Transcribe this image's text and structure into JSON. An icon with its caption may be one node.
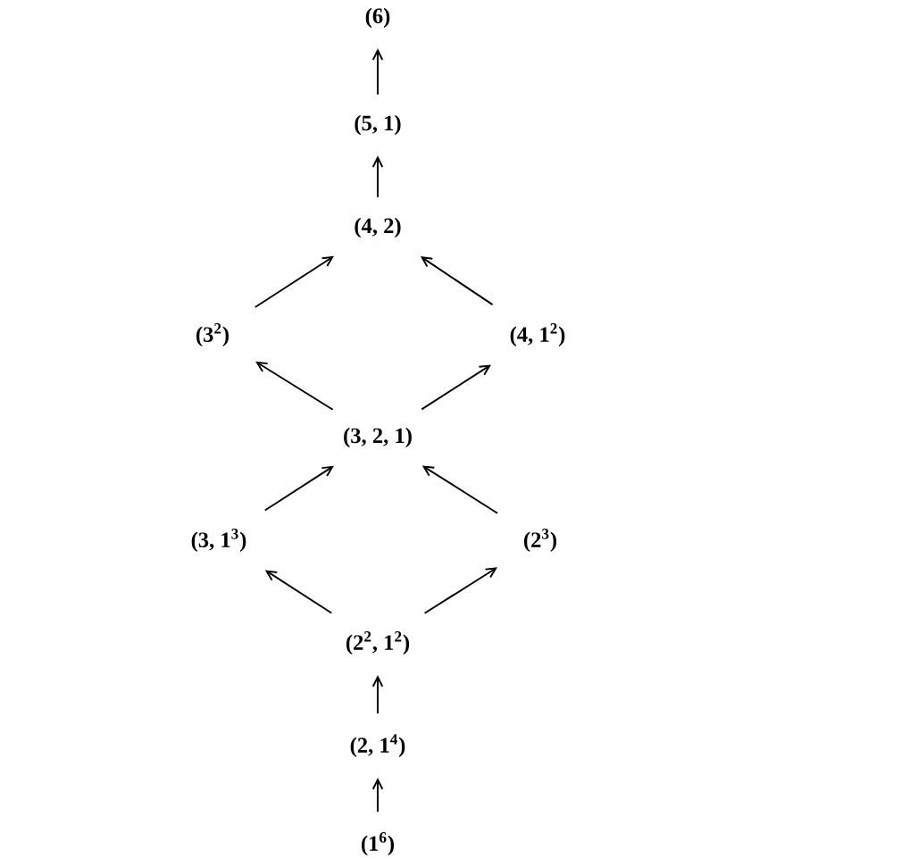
{
  "diagram": {
    "nodes": [
      {
        "text": [
          "(6)"
        ]
      },
      {
        "text": [
          "(5, 1)"
        ]
      },
      {
        "text": [
          "(4, 2)"
        ]
      },
      {
        "text": [
          "(3$^{2}$)"
        ]
      },
      {
        "text": [
          "(4, 1$^{2}$)"
        ]
      },
      {
        "text": [
          "(3, 2, 1)"
        ]
      },
      {
        "text": [
          "(3, 1$^{3}$)"
        ]
      },
      {
        "text": [
          "(2$^{3}$)"
        ]
      },
      {
        "text": [
          "(2$^{2}$, 1$^{2}$)"
        ]
      },
      {
        "text": [
          "(2, 1$^{4}$)"
        ]
      },
      {
        "text": [
          "(1$^{6}$)"
        ]
      }
    ],
    "edges": [
      {
        "from": 1,
        "to": 0,
        "arrow": "to"
      },
      {
        "from": 2,
        "to": 1,
        "arrow": "to"
      },
      {
        "from": 3,
        "to": 2,
        "arrow": "to"
      },
      {
        "from": 4,
        "to": 2,
        "arrow": "to"
      },
      {
        "from": 5,
        "to": 3,
        "arrow": "to"
      },
      {
        "from": 5,
        "to": 4,
        "arrow": "to"
      },
      {
        "from": 6,
        "to": 5,
        "arrow": "to"
      },
      {
        "from": 7,
        "to": 5,
        "arrow": "to"
      },
      {
        "from": 8,
        "to": 6,
        "arrow": "to"
      },
      {
        "from": 8,
        "to": 7,
        "arrow": "to"
      },
      {
        "from": 9,
        "to": 8,
        "arrow": "to"
      },
      {
        "from": 10,
        "to": 9,
        "arrow": "to"
      }
    ]
  }
}
